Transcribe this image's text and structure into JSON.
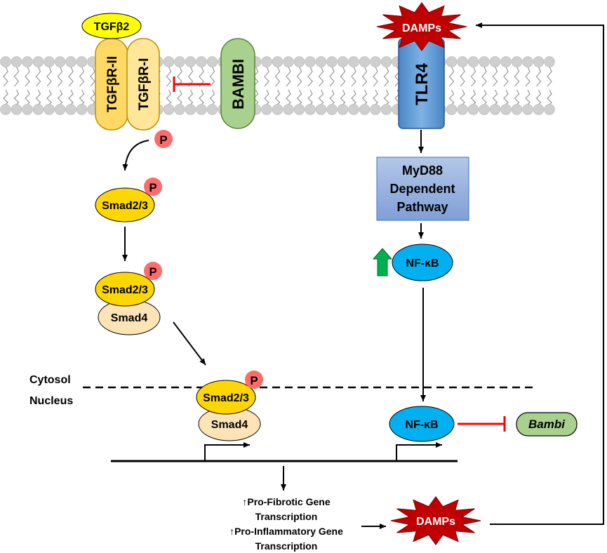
{
  "membrane": {
    "ligand": "TGFβ2",
    "receptor2": "TGFβR-II",
    "receptor1": "TGFβR-I",
    "bambi_protein": "BAMBI",
    "tlr4": "TLR4",
    "damps_top": "DAMPs"
  },
  "phospho_label": "P",
  "smad": {
    "smad23": "Smad2/3",
    "smad4": "Smad4"
  },
  "myd88": {
    "line1": "MyD88",
    "line2": "Dependent",
    "line3": "Pathway"
  },
  "nfkb": "NF-κB",
  "compartments": {
    "cytosol": "Cytosol",
    "nucleus": "Nucleus"
  },
  "bambi_gene": "Bambi",
  "outcomes": {
    "line1": "↑Pro-Fibrotic Gene",
    "line2": "Transcription",
    "line3": "↑Pro-Inflammatory Gene",
    "line4": "Transcription"
  },
  "damps_bottom": "DAMPs",
  "colors": {
    "ligand": "#FFFF00",
    "receptor2": "#FFD966",
    "receptor1": "#FFE699",
    "bambi": "#A9D18E",
    "tlr4": "#5B9BD5",
    "damps": "#C00000",
    "phospho": "#FF6B6B",
    "smad23": "#FFD700",
    "smad4": "#FCE4B6",
    "myd88": "#8EA9DB",
    "nfkb": "#00B0F0",
    "inhibit": "#FF0000",
    "up_arrow": "#00B050"
  }
}
